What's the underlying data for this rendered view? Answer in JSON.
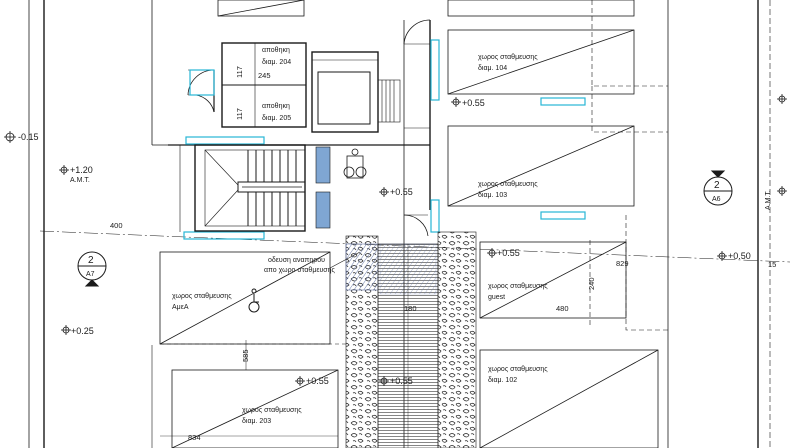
{
  "colors": {
    "line": "#1a1a1a",
    "accent": "#27b6d6",
    "panel": "#7fa6d3",
    "hatch": "#6f7fae",
    "background": "#ffffff"
  },
  "rooms": {
    "storage_1": {
      "name": "αποθηκη",
      "number": "διαμ. 204"
    },
    "storage_2": {
      "name": "αποθηκη",
      "number": "διαμ. 205"
    },
    "parking_104": {
      "name": "χωρος σταθμευσης",
      "number": "διαμ. 104"
    },
    "parking_103": {
      "name": "χωρος σταθμευσης",
      "number": "διαμ. 103"
    },
    "parking_guest": {
      "name": "χωρος σταθμευσης",
      "number": "guest"
    },
    "parking_disabled": {
      "name": "χωρος σταθμευσης",
      "number": "ΑμεΑ"
    },
    "parking_102": {
      "name": "χωρος σταθμευσης",
      "number": "διαμ. 102"
    },
    "parking_203": {
      "name": "χωρος σταθμευσης",
      "number": "διαμ. 203"
    }
  },
  "ramp_note": {
    "line1": "οδευση αναπηρου",
    "line2": "απο χωρο σταθμευσης"
  },
  "levels": {
    "entrance_left": "+0.55",
    "entrance_center": "+0.55",
    "right_upper": "+0.55",
    "guest": "+0.55",
    "right_edge": "+0.50",
    "left_lower": "+0.25",
    "bottom_center": "+0.55",
    "bottom_left": "+0.55",
    "far_left": "-0.15",
    "amt_level": "+1.20",
    "amt_label": "Α.Μ.Τ."
  },
  "dimensions": {
    "d117_top": "117",
    "d117_bottom": "117",
    "d245": "245",
    "d400": "400",
    "d180": "180",
    "d480": "480",
    "d240": "240",
    "d829": "829",
    "d15": "15",
    "d585": "585",
    "d834": "834"
  },
  "sections": {
    "left": {
      "num": "2",
      "ref": "Α7"
    },
    "right": {
      "num": "2",
      "ref": "Α6"
    },
    "right_edge_ref": "Α.Μ.Τ."
  },
  "icons": [
    "wheelchair-icon",
    "lift-icon",
    "stair-icon",
    "level-marker-icon",
    "section-marker-icon"
  ]
}
